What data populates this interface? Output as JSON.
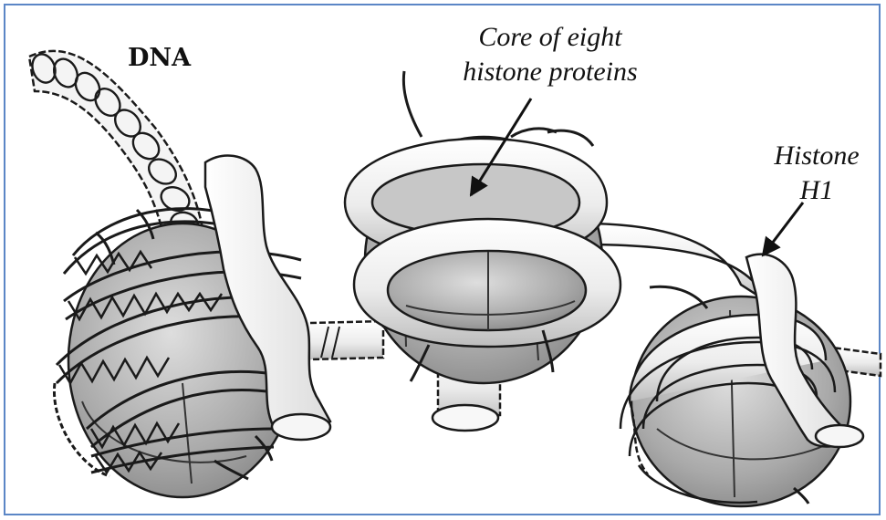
{
  "labels": {
    "dna": "DNA",
    "core_line1": "Core of eight",
    "core_line2": "histone proteins",
    "h1_line1": "Histone",
    "h1_line2": "H1"
  },
  "colors": {
    "frame": "#5b86c6",
    "outline": "#1a1a1a",
    "tube_fill": "#f2f2f2",
    "core_fill": "#b9b9b9"
  }
}
